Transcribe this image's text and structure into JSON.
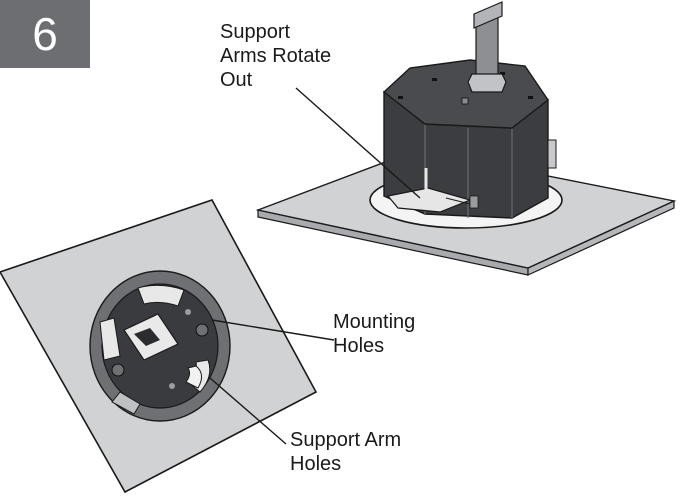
{
  "step_number": "6",
  "callouts": {
    "rotate": "Support\nArms Rotate\nOut",
    "mounting": "Mounting\nHoles",
    "arm_holes": "Support Arm\nHoles"
  },
  "colors": {
    "step_badge": "#6d6e71",
    "plate_fill": "#d1d2d4",
    "housing_dark": "#3c3d40",
    "housing_top": "#4a4b4f",
    "outline": "#1a1a1a"
  }
}
